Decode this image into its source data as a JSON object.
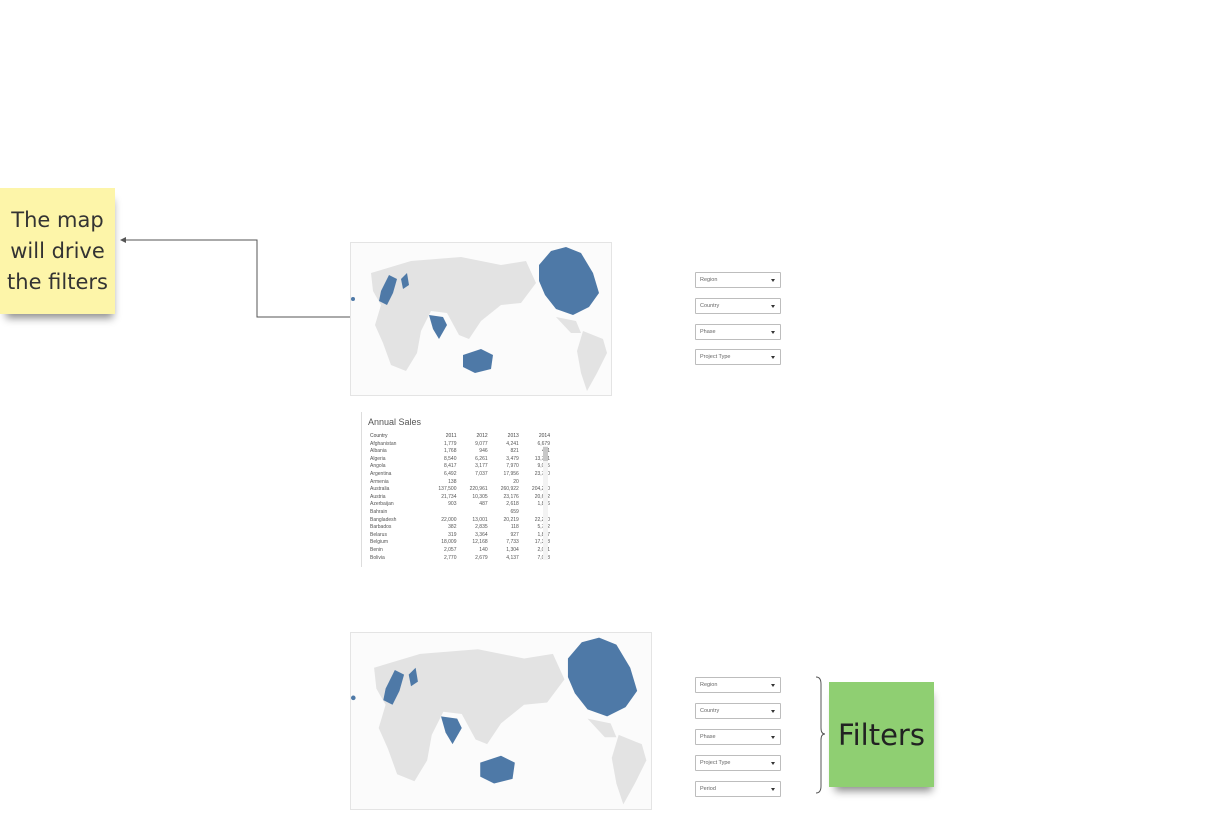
{
  "notes": {
    "map_note": "The map will drive the filters",
    "filters_note": "Filters"
  },
  "filters_top": [
    "Region",
    "Country",
    "Phase",
    "Project Type"
  ],
  "filters_bottom": [
    "Region",
    "Country",
    "Phase",
    "Project Type",
    "Period"
  ],
  "sales_table": {
    "title": "Annual Sales",
    "headers": [
      "Country",
      "2011",
      "2012",
      "2013",
      "2014"
    ],
    "rows": [
      [
        "Afghanistan",
        "1,779",
        "9,077",
        "4,241",
        "6,679"
      ],
      [
        "Albania",
        "1,768",
        "946",
        "821",
        "411"
      ],
      [
        "Algeria",
        "8,540",
        "6,261",
        "3,479",
        "13,781"
      ],
      [
        "Angola",
        "8,417",
        "3,177",
        "7,970",
        "9,045"
      ],
      [
        "Argentina",
        "6,492",
        "7,037",
        "17,956",
        "23,780"
      ],
      [
        "Armenia",
        "138",
        "",
        "20",
        ""
      ],
      [
        "Australia",
        "137,500",
        "220,961",
        "260,922",
        "204,200"
      ],
      [
        "Austria",
        "21,734",
        "10,305",
        "23,176",
        "20,682"
      ],
      [
        "Azerbaijan",
        "903",
        "487",
        "2,618",
        "1,856"
      ],
      [
        "Bahrain",
        "",
        "",
        "659",
        ""
      ],
      [
        "Bangladesh",
        "22,000",
        "13,001",
        "20,219",
        "22,260"
      ],
      [
        "Barbados",
        "382",
        "2,835",
        "118",
        "5,752"
      ],
      [
        "Belarus",
        "319",
        "3,364",
        "927",
        "1,877"
      ],
      [
        "Belgium",
        "18,009",
        "12,168",
        "7,733",
        "17,308"
      ],
      [
        "Benin",
        "2,057",
        "140",
        "1,304",
        "2,021"
      ],
      [
        "Bolivia",
        "2,770",
        "2,679",
        "4,137",
        "7,098"
      ]
    ]
  },
  "colors": {
    "yellow_note": "#fdf5a9",
    "green_note": "#8fcf72",
    "map_highlight": "#4e79a7",
    "map_land": "#e3e3e3"
  }
}
